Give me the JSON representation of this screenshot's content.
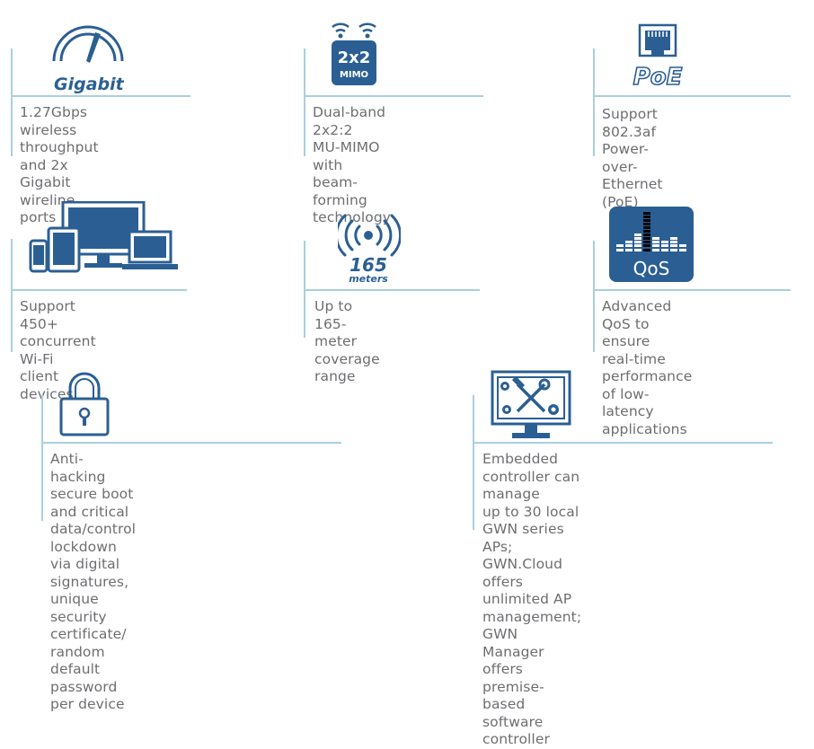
{
  "colors": {
    "icon_blue": "#2b5f93",
    "text_gray": "#6d6e71",
    "line_blue": "#a9cfe0"
  },
  "features": [
    {
      "icon": "speedometer-icon",
      "icon_label": "Gigabit",
      "description": "1.27Gbps wireless\nthroughput and 2x\nGigabit wireline ports"
    },
    {
      "icon": "mimo-icon",
      "icon_label_top": "2x2",
      "icon_label_bottom": "MIMO",
      "description": "Dual-band 2x2:2\nMU-MIMO with beam-\nforming technology"
    },
    {
      "icon": "ethernet-port-icon",
      "icon_label": "PoE",
      "description": "Support 802.3af Power-\nover-Ethernet (PoE)"
    },
    {
      "icon": "devices-icon",
      "description": "Support 450+\nconcurrent Wi-Fi client\ndevices"
    },
    {
      "icon": "signal-range-icon",
      "icon_label_top": "165",
      "icon_label_bottom": "meters",
      "description": "Up to 165-meter\ncoverage range"
    },
    {
      "icon": "qos-equalizer-icon",
      "icon_label": "QoS",
      "description": "Advanced QoS to ensure\nreal-time performance\nof low-latency applications"
    },
    {
      "icon": "padlock-icon",
      "description": "Anti-hacking secure boot and critical\ndata/control lockdown via digital\nsignatures, unique security certificate/\nrandom default password per device"
    },
    {
      "icon": "controller-tools-icon",
      "description": "Embedded controller can manage\nup to 30 local GWN series APs;\nGWN.Cloud offers unlimited AP\nmanagement; GWN Manager offers\npremise-based software controller"
    }
  ]
}
